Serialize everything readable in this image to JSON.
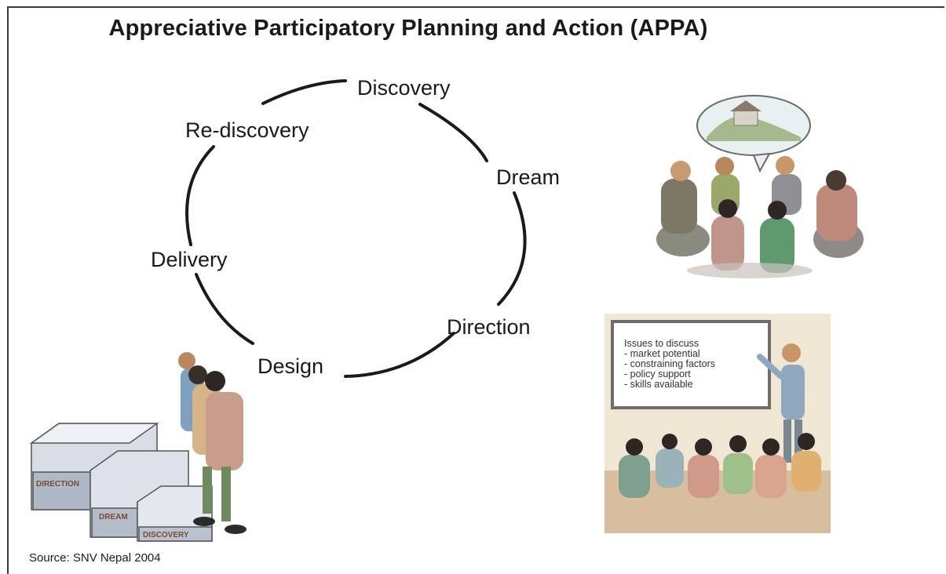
{
  "title": "Appreciative Participatory Planning and Action (APPA)",
  "cycle": {
    "discovery": "Discovery",
    "dream": "Dream",
    "direction": "Direction",
    "design": "Design",
    "delivery": "Delivery",
    "rediscovery": "Re-discovery"
  },
  "board": {
    "heading": "Issues to discuss",
    "items": [
      "- market potential",
      "- constraining factors",
      "- policy support",
      "- skills available"
    ]
  },
  "steps": {
    "top": "DIRECTION",
    "middle": "DREAM",
    "bottom": "DISCOVERY"
  },
  "source": "Source: SNV Nepal  2004"
}
